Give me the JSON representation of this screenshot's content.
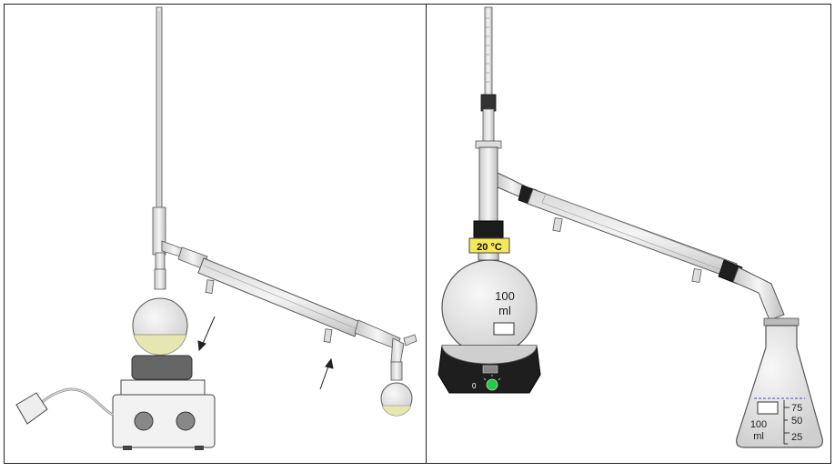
{
  "left_panel": {
    "name": "simple-distillation-setup"
  },
  "right_panel": {
    "name": "distillation-setup-closeup",
    "thermometer_label": "20 °C",
    "flask_capacity_value": "100",
    "flask_capacity_unit": "ml",
    "receiver_capacity_value": "100",
    "receiver_capacity_unit": "ml",
    "receiver_mark_75": "75",
    "receiver_mark_50": "50",
    "receiver_mark_25": "25",
    "hotplate_dial_value": "0"
  },
  "colors": {
    "liquid": "#e6e6b0",
    "glass": "#e8e8e8",
    "glass_stroke": "#555555",
    "label_yellow": "#f5e85a",
    "hotplate_dark": "#1e1e1e",
    "indicator_green": "#22cc44",
    "mercury_red": "#cc2222",
    "level_line_blue": "#6a6acc"
  }
}
